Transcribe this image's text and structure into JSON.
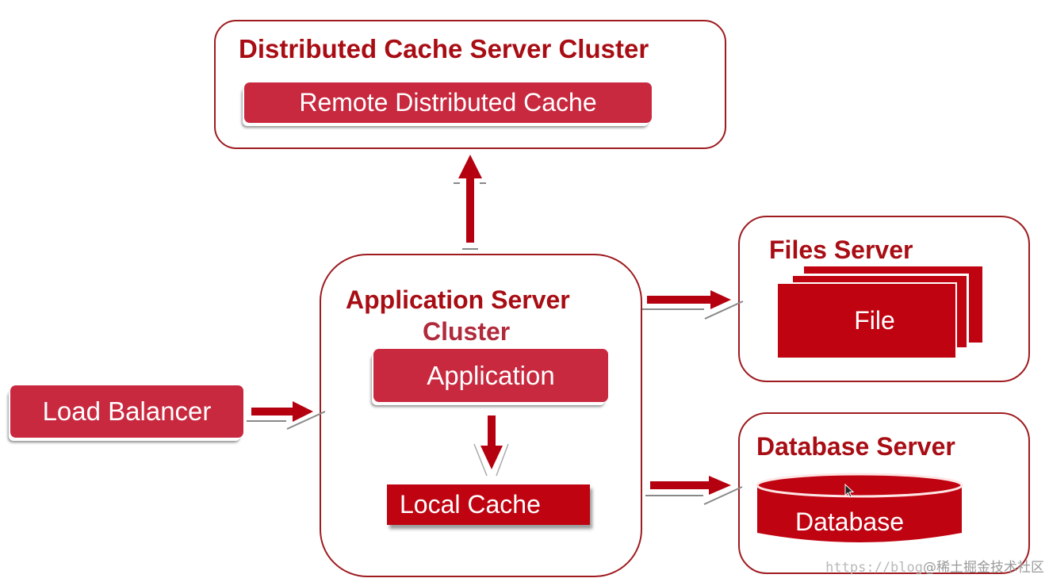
{
  "diagram": {
    "distributed_cache_cluster": {
      "title": "Distributed Cache Server Cluster",
      "component": "Remote Distributed Cache"
    },
    "application_server_cluster": {
      "title_line1": "Application Server",
      "title_line2": "Cluster",
      "application": "Application",
      "local_cache": "Local Cache"
    },
    "load_balancer": "Load Balancer",
    "files_server": {
      "title": "Files Server",
      "file": "File"
    },
    "database_server": {
      "title": "Database Server",
      "database": "Database"
    },
    "connections": [
      {
        "from": "Load Balancer",
        "to": "Application Server Cluster",
        "direction": "right"
      },
      {
        "from": "Application Server Cluster",
        "to": "Distributed Cache Server Cluster",
        "direction": "up"
      },
      {
        "from": "Application Server Cluster",
        "to": "Files Server",
        "direction": "right"
      },
      {
        "from": "Application Server Cluster",
        "to": "Database Server",
        "direction": "right"
      },
      {
        "from": "Application",
        "to": "Local Cache",
        "direction": "down"
      }
    ],
    "colors": {
      "border": "#9e1b20",
      "title_text": "#a80d14",
      "pill_fill": "#c8293f",
      "solid_fill": "#bf0310",
      "arrow": "#b50010"
    }
  },
  "watermark": {
    "url": "https://blog",
    "text": "@稀土掘金技术社区"
  }
}
